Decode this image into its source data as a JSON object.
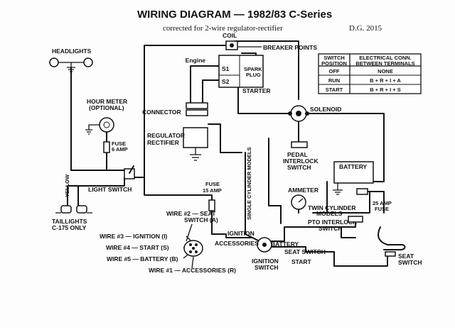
{
  "title": "WIRING DIAGRAM — 1982/83 C-Series",
  "subtitle": "corrected for 2-wire regulator-rectifier",
  "author": "D.G. 2015",
  "labels": {
    "coil": "COIL",
    "breaker_points": "BREAKER POINTS",
    "engine": "Engine",
    "spark_plug_1": "SPARK",
    "spark_plug_2": "PLUG",
    "s1": "S1",
    "s2": "S2",
    "starter": "STARTER",
    "headlights": "HEADLIGHTS",
    "hour_meter_1": "HOUR METER",
    "hour_meter_2": "(OPTIONAL)",
    "connector": "CONNECTOR",
    "regulator_1": "REGULATOR",
    "regulator_2": "RECTIFIER",
    "solenoid": "SOLENOID",
    "fuse_6_1": "FUSE",
    "fuse_6_2": "6 AMP",
    "pedal_1": "PEDAL",
    "pedal_2": "INTERLOCK",
    "pedal_3": "SWITCH",
    "battery": "BATTERY",
    "light_switch": "LIGHT SWITCH",
    "fuse_15_1": "FUSE",
    "fuse_15_2": "15 AMP",
    "yellow": "YELLOW",
    "ammeter": "AMMETER",
    "single_cyl": "SINGLE CYLINDER MODELS",
    "fuse_25_1": "25 AMP",
    "fuse_25_2": "FUSE",
    "twin_cyl_1": "TWIN CYLINDER",
    "twin_cyl_2": "MODELS",
    "taillights_1": "TAILLIGHTS",
    "taillights_2": "C-175 ONLY",
    "wire2_1": "WIRE #2 — SEAT",
    "wire2_2": "SWITCH (A)",
    "pto_1": "PTO INTERLOCK",
    "pto_2": "SWITCH",
    "wire3": "WIRE #3 — IGNITION (I)",
    "ignition": "IGNITION",
    "accessories": "ACCESSORIES",
    "battery2": "BATTERY",
    "seat_switch": "SEAT SWITCH",
    "wire4": "WIRE #4 — START (S)",
    "wire5": "WIRE #5 — BATTERY (B)",
    "start": "START",
    "ign_sw_1": "IGNITION",
    "ign_sw_2": "SWITCH",
    "seat_1": "SEAT",
    "seat_2": "SWITCH",
    "wire1": "WIRE #1 — ACCESSORIES (R)"
  },
  "table": {
    "headers": [
      "SWITCH POSITION",
      "ELECTRICAL CONN. BETWEEN TERMINALS"
    ],
    "header_lines": [
      [
        "SWITCH",
        "POSITION"
      ],
      [
        "ELECTRICAL CONN.",
        "BETWEEN TERMINALS"
      ]
    ],
    "rows": [
      [
        "OFF",
        "NONE"
      ],
      [
        "RUN",
        "B + R + I + A"
      ],
      [
        "START",
        "B + R + I + S"
      ]
    ]
  }
}
